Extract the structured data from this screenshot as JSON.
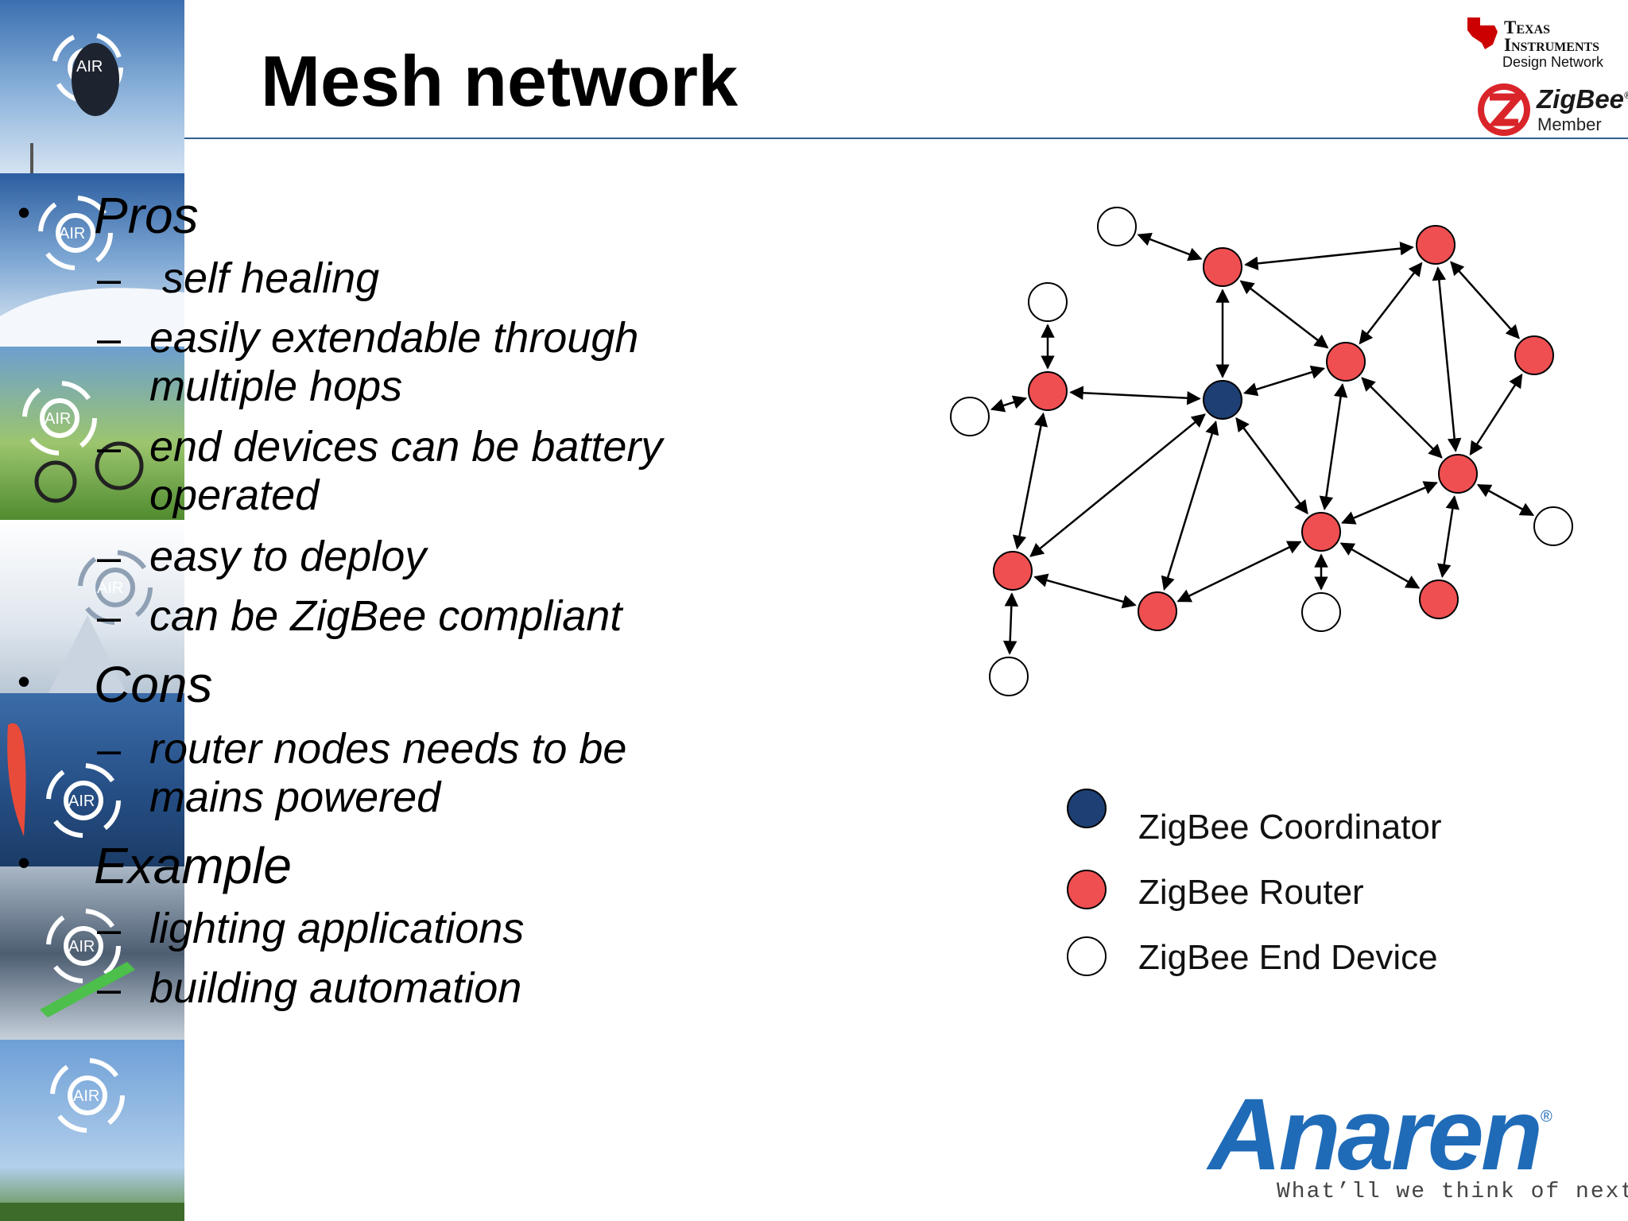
{
  "slide": {
    "title": "Mesh network",
    "sidebar_badge": "AIR"
  },
  "logos": {
    "ti_line1": "Texas",
    "ti_line2": "Instruments",
    "ti_sub": "Design Network",
    "zigbee_name": "ZigBee",
    "zigbee_reg": "®",
    "zigbee_sub": "Member",
    "anaren_name": "Anaren",
    "anaren_reg": "®",
    "anaren_tagline": "What’ll we think of next?®"
  },
  "content": {
    "bullet_symbol": "•",
    "dash_symbol": "–",
    "pros_heading": "Pros",
    "pros": [
      "self healing",
      "easily extendable through",
      "multiple hops",
      "end devices can be battery",
      "operated",
      "easy to deploy",
      "can be ZigBee compliant"
    ],
    "cons_heading": "Cons",
    "cons": [
      "router nodes needs to be",
      "mains powered"
    ],
    "example_heading": "Example",
    "examples": [
      "lighting applications",
      "building automation"
    ]
  },
  "legend": {
    "coordinator": "ZigBee Coordinator",
    "router": "ZigBee Router",
    "end_device": "ZigBee End Device"
  },
  "colors": {
    "coordinator": "#1e3f73",
    "router": "#f04f52",
    "end_device": "#ffffff",
    "rule": "#355f8d",
    "anaren_blue": "#1f6bb8"
  }
}
